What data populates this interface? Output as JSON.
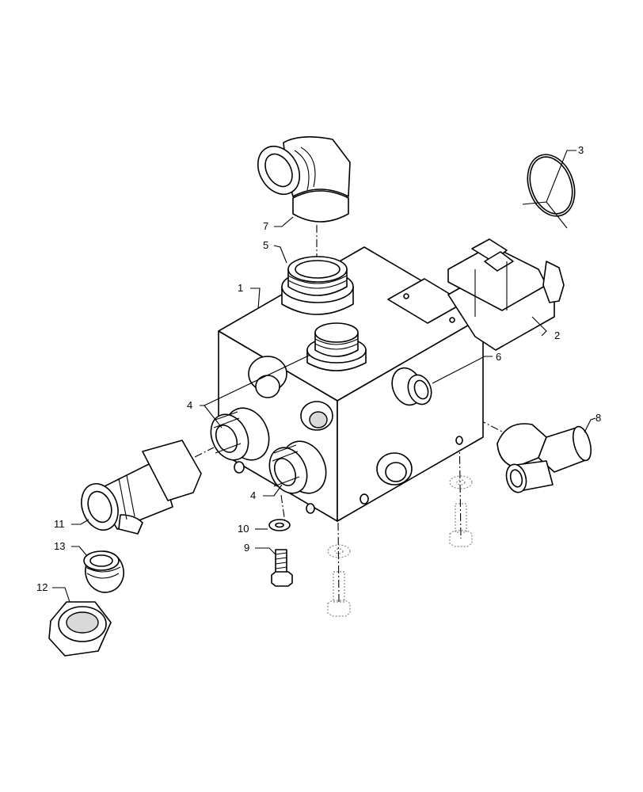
{
  "callouts": [
    {
      "id": "c1",
      "label": "1"
    },
    {
      "id": "c2",
      "label": "2"
    },
    {
      "id": "c3",
      "label": "3"
    },
    {
      "id": "c4a",
      "label": "4"
    },
    {
      "id": "c4b",
      "label": "4"
    },
    {
      "id": "c5",
      "label": "5"
    },
    {
      "id": "c6",
      "label": "6"
    },
    {
      "id": "c7",
      "label": "7"
    },
    {
      "id": "c8",
      "label": "8"
    },
    {
      "id": "c9",
      "label": "9"
    },
    {
      "id": "c10",
      "label": "10"
    },
    {
      "id": "c11",
      "label": "11"
    },
    {
      "id": "c12",
      "label": "12"
    },
    {
      "id": "c13",
      "label": "13"
    }
  ],
  "colors": {
    "line": "#000000",
    "shade": "#d9d9d9",
    "ghost": "#8a8a8a"
  }
}
